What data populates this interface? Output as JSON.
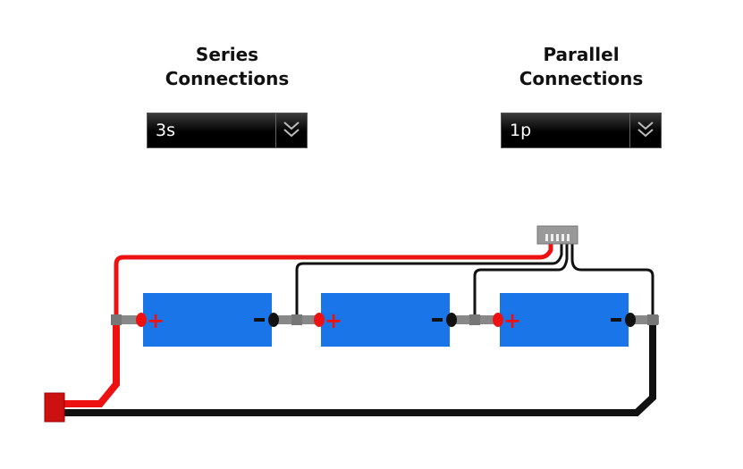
{
  "series": {
    "label": "Series\nConnections",
    "selected": "3s"
  },
  "parallel": {
    "label": "Parallel\nConnections",
    "selected": "1p"
  },
  "diagram": {
    "cell_count": 3,
    "cell_color": "#1a75e8",
    "positive_wire_color": "#ee1111",
    "negative_wire_color": "#111111",
    "connector_color": "#cc1111",
    "balance_lead_color": "#111111",
    "balance_plug_color": "#999999"
  }
}
